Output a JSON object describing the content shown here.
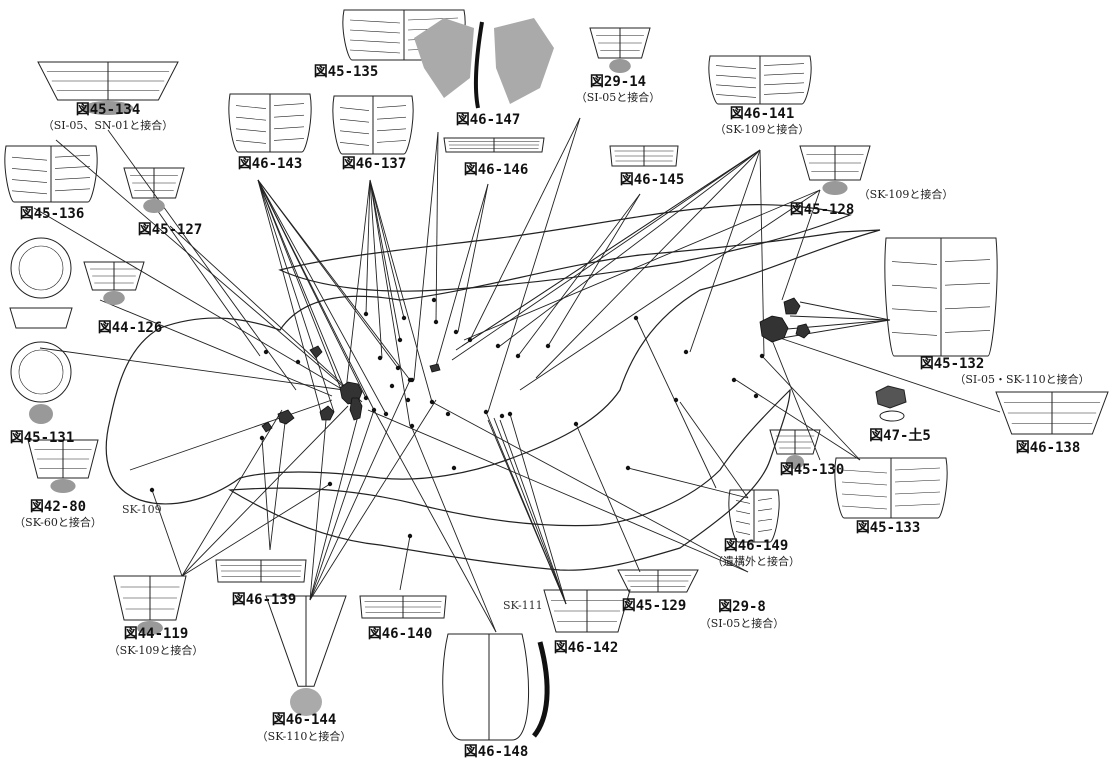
{
  "figures": [
    {
      "id": "f4535",
      "label": "図45-135",
      "note": ""
    },
    {
      "id": "f29_14",
      "label": "図29-14",
      "note": "（SI-05と接合）"
    },
    {
      "id": "f4534",
      "label": "図45-134",
      "note": "（SI-05、SN-01と接合）"
    },
    {
      "id": "f46147",
      "label": "図46-147",
      "note": ""
    },
    {
      "id": "f46141",
      "label": "図46-141",
      "note": "（SK-109と接合）"
    },
    {
      "id": "f46143",
      "label": "図46-143",
      "note": ""
    },
    {
      "id": "f46137",
      "label": "図46-137",
      "note": ""
    },
    {
      "id": "f46146",
      "label": "図46-146",
      "note": ""
    },
    {
      "id": "f46145",
      "label": "図46-145",
      "note": ""
    },
    {
      "id": "f45128",
      "label": "図45-128",
      "note": "（SK-109と接合）"
    },
    {
      "id": "f45136",
      "label": "図45-136",
      "note": ""
    },
    {
      "id": "f45127",
      "label": "図45-127",
      "note": ""
    },
    {
      "id": "f44126",
      "label": "図44-126",
      "note": ""
    },
    {
      "id": "f45132",
      "label": "図45-132",
      "note": "（SI-05・SK-110と接合）"
    },
    {
      "id": "f45131",
      "label": "図45-131",
      "note": ""
    },
    {
      "id": "f47_5",
      "label": "図47-土5",
      "note": ""
    },
    {
      "id": "f46138",
      "label": "図46-138",
      "note": ""
    },
    {
      "id": "f42_80",
      "label": "図42-80",
      "note": "（SK-60と接合）"
    },
    {
      "id": "f45130",
      "label": "図45-130",
      "note": ""
    },
    {
      "id": "f45133",
      "label": "図45-133",
      "note": ""
    },
    {
      "id": "f46149",
      "label": "図46-149",
      "note": "（遺構外と接合）"
    },
    {
      "id": "f46139",
      "label": "図46-139",
      "note": ""
    },
    {
      "id": "f45129",
      "label": "図45-129",
      "note": ""
    },
    {
      "id": "f29_8",
      "label": "図29-8",
      "note": "（SI-05と接合）"
    },
    {
      "id": "f44119",
      "label": "図44-119",
      "note": "（SK-109と接合）"
    },
    {
      "id": "f46140",
      "label": "図46-140",
      "note": ""
    },
    {
      "id": "f46142",
      "label": "図46-142",
      "note": ""
    },
    {
      "id": "f46144",
      "label": "図46-144",
      "note": "（SK-110と接合）"
    },
    {
      "id": "f46148",
      "label": "図46-148",
      "note": ""
    }
  ],
  "features": {
    "sk109": "SK-109",
    "sk111": "SK-111"
  }
}
